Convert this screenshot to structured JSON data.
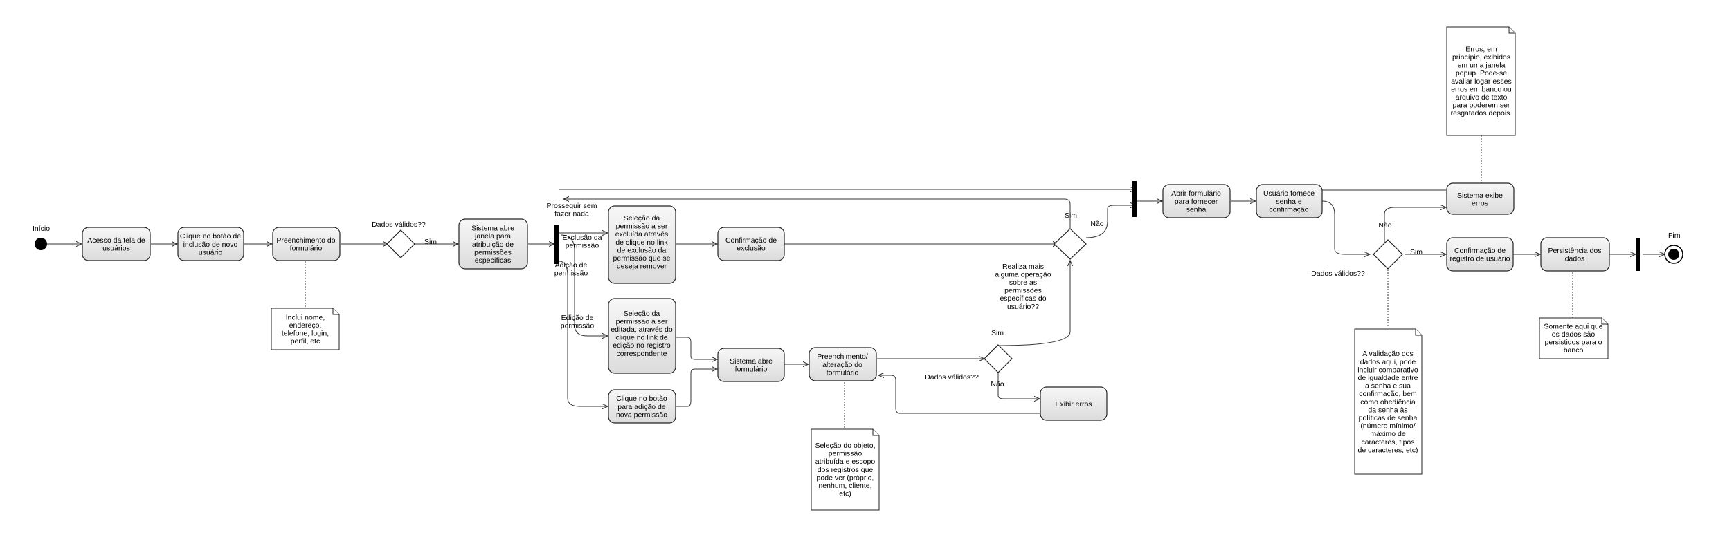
{
  "start": {
    "label": "Início"
  },
  "end": {
    "label": "Fim"
  },
  "actions": {
    "acesso": [
      "Acesso da tela de",
      "usuários"
    ],
    "clique_novo": [
      "Clique no botão de",
      "inclusão de novo",
      "usuário"
    ],
    "preenchimento": [
      "Preenchimento do",
      "formulário"
    ],
    "janela_perm": [
      "Sistema abre",
      "janela para",
      "atribuição de",
      "permissões",
      "específicas"
    ],
    "sel_exclusao": [
      "Seleção da",
      "permissão a ser",
      "excluída através",
      "de clique no link",
      "de exclusão da",
      "permissão que se",
      "deseja remover"
    ],
    "conf_exclusao": [
      "Confirmação de",
      "exclusão"
    ],
    "sel_edicao": [
      "Seleção da",
      "permissão a ser",
      "editada, através do",
      "clique no link de",
      "edição no registro",
      "correspondente"
    ],
    "clique_adicao": [
      "Clique no botão",
      "para adição de",
      "nova permissão"
    ],
    "abre_form": [
      "Sistema abre",
      "formulário"
    ],
    "preench_alt": [
      "Preenchimento/",
      "alteração do",
      "formulário"
    ],
    "exibir_erros": [
      "Exibir erros"
    ],
    "abrir_senha": [
      "Abrir formulário",
      "para fornecer",
      "senha"
    ],
    "fornece_senha": [
      "Usuário fornece",
      "senha e",
      "confirmação"
    ],
    "exibe_erros": [
      "Sistema exibe",
      "erros"
    ],
    "conf_registro": [
      "Confirmação de",
      "registro de usuário"
    ],
    "persistencia": [
      "Persistência dos",
      "dados"
    ]
  },
  "notes": {
    "campos": [
      "Inclui nome,",
      "endereço,",
      "telefone, login,",
      "perfil, etc"
    ],
    "objeto": [
      "Seleção do objeto,",
      "permissão",
      "atribuída e escopo",
      "dos registros que",
      "pode ver (próprio,",
      "nenhum, cliente,",
      "etc)"
    ],
    "erros": [
      "Erros, em",
      "princípio, exibidos",
      "em uma janela",
      "popup. Pode-se",
      "avaliar logar esses",
      "erros em banco ou",
      "arquivo de texto",
      "para poderem ser",
      "resgatados depois."
    ],
    "validacao": [
      "A validação dos",
      "dados aqui, pode",
      "incluir comparativo",
      "de igualdade entre",
      "a senha e sua",
      "confirmação, bem",
      "como obediência",
      "da senha às",
      "políticas de senha",
      "(número mínimo/",
      "máximo de",
      "caracteres, tipos",
      "de caracteres, etc)"
    ],
    "persistidos": [
      "Somente aqui que",
      "os dados são",
      "persistidos para o",
      "banco"
    ]
  },
  "labels": {
    "dados_validos_1": [
      "Dados válidos??"
    ],
    "sim_1": [
      "Sim"
    ],
    "prosseguir": [
      "Prosseguir sem",
      "fazer nada"
    ],
    "exclusao": [
      "Exclusão da",
      "permissão"
    ],
    "adicao": [
      "Adição de",
      "permissão"
    ],
    "edicao": [
      "Edição de",
      "permissão"
    ],
    "dados_validos_2": [
      "Dados válidos??"
    ],
    "sim_2": [
      "Sim"
    ],
    "nao_2": [
      "Não"
    ],
    "realiza_mais": [
      "Realiza mais",
      "alguma operação",
      "sobre as",
      "permissões",
      "específicas do",
      "usuário??"
    ],
    "sim_3": [
      "Sim"
    ],
    "nao_3": [
      "Não"
    ],
    "dados_validos_3": [
      "Dados válidos??"
    ],
    "sim_4": [
      "Sim"
    ],
    "nao_4": [
      "Não"
    ]
  }
}
